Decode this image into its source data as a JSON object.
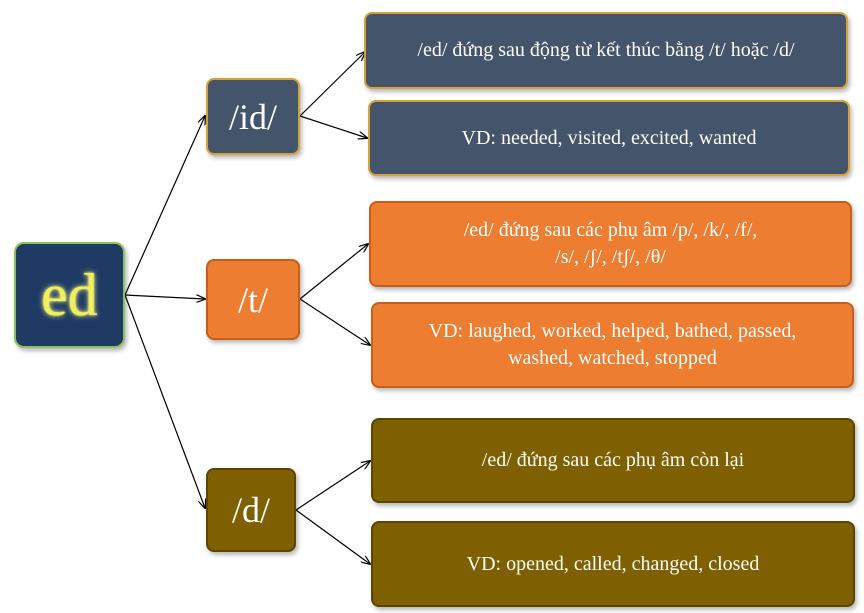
{
  "root": {
    "label": "ed"
  },
  "branches": [
    {
      "label": "/id/",
      "rule": [
        "/ed/ đứng sau động từ kết thúc bằng /t/ hoặc /d/"
      ],
      "example": [
        "VD: needed, visited, excited, wanted"
      ]
    },
    {
      "label": "/t/",
      "rule": [
        "/ed/ đứng sau các phụ âm /p/, /k/, /f/,",
        "/s/, /ʃ/, /tʃ/, /θ/"
      ],
      "example": [
        "VD: laughed, worked, helped, bathed, passed,",
        "washed, watched, stopped"
      ]
    },
    {
      "label": "/d/",
      "rule": [
        "/ed/ đứng sau các phụ âm còn lại"
      ],
      "example": [
        "VD: opened, called, changed, closed"
      ]
    }
  ],
  "colors": {
    "root_fill": "#1f3b63",
    "root_text": "#f2f05a",
    "id_fill": "#44546a",
    "t_fill": "#ed7d31",
    "d_fill": "#7f6000",
    "connector": "#000000"
  }
}
